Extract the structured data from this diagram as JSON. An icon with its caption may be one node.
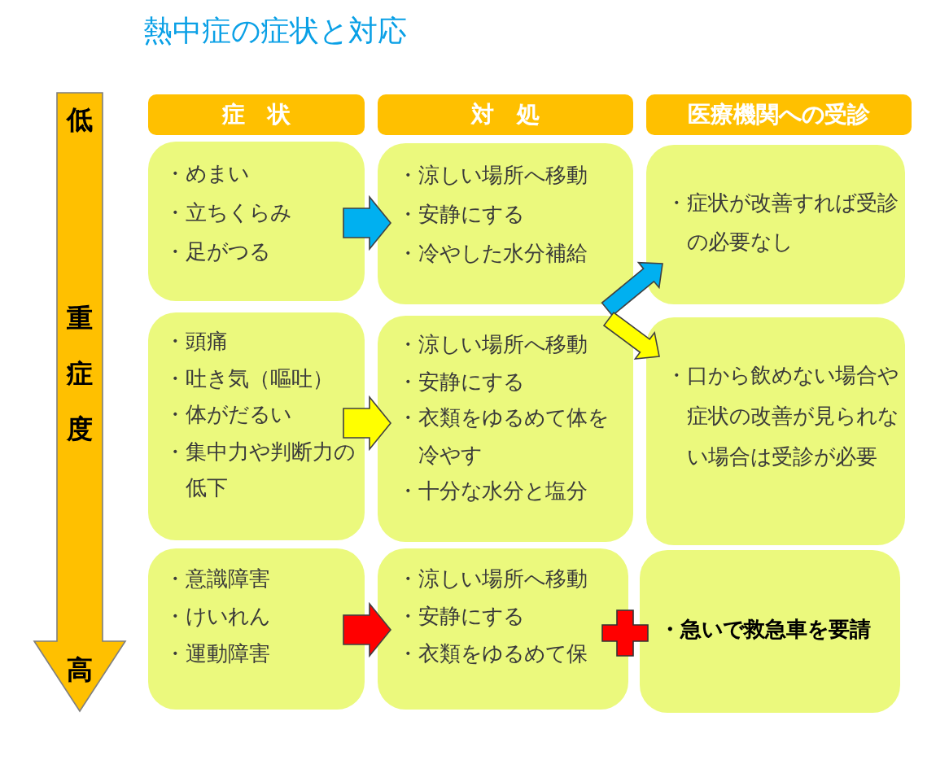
{
  "diagram": {
    "title": "熱中症の症状と対応",
    "nodes": [
      {
        "text": [
          "症　状"
        ]
      },
      {
        "text": [
          "対　処"
        ]
      },
      {
        "text": [
          "医療機関への受診"
        ]
      },
      {
        "text": [
          "・めまい",
          "・立ちくらみ",
          "・足がつる"
        ]
      },
      {
        "text": [
          "・涼しい場所へ移動",
          "・安静にする",
          "・冷やした水分補給"
        ]
      },
      {
        "text": [
          "・症状が改善すれば受診の必要なし"
        ]
      },
      {
        "text": [
          "・頭痛",
          "・吐き気（嘔吐）",
          "・体がだるい",
          "・集中力や判断力の低下"
        ]
      },
      {
        "text": [
          "・涼しい場所へ移動",
          "・安静にする",
          "・衣類をゆるめて体を冷やす",
          "・十分な水分と塩分"
        ]
      },
      {
        "text": [
          "・口から飲めない場合や症状の改善が見られない場合は受診が必要"
        ]
      },
      {
        "text": [
          "・意識障害",
          "・けいれん",
          "・運動障害"
        ]
      },
      {
        "text": [
          "・涼しい場所へ移動",
          "・安静にする",
          "・衣類をゆるめて保"
        ]
      },
      {
        "text": [
          "・急いで救急車を要請"
        ]
      }
    ],
    "edges": [
      {
        "from": 3,
        "to": 4,
        "arrow": "to",
        "color": "#00b0f0"
      },
      {
        "from": 6,
        "to": 7,
        "arrow": "to",
        "color": "#ffff00"
      },
      {
        "from": 9,
        "to": 10,
        "arrow": "to",
        "color": "#ff0000"
      },
      {
        "from": 4,
        "to": 5,
        "arrow": "to",
        "color": "#00b0f0"
      },
      {
        "from": 4,
        "to": 8,
        "arrow": "to",
        "color": "#ffff00"
      }
    ],
    "labels": [
      "低",
      "重症度",
      "高"
    ]
  }
}
